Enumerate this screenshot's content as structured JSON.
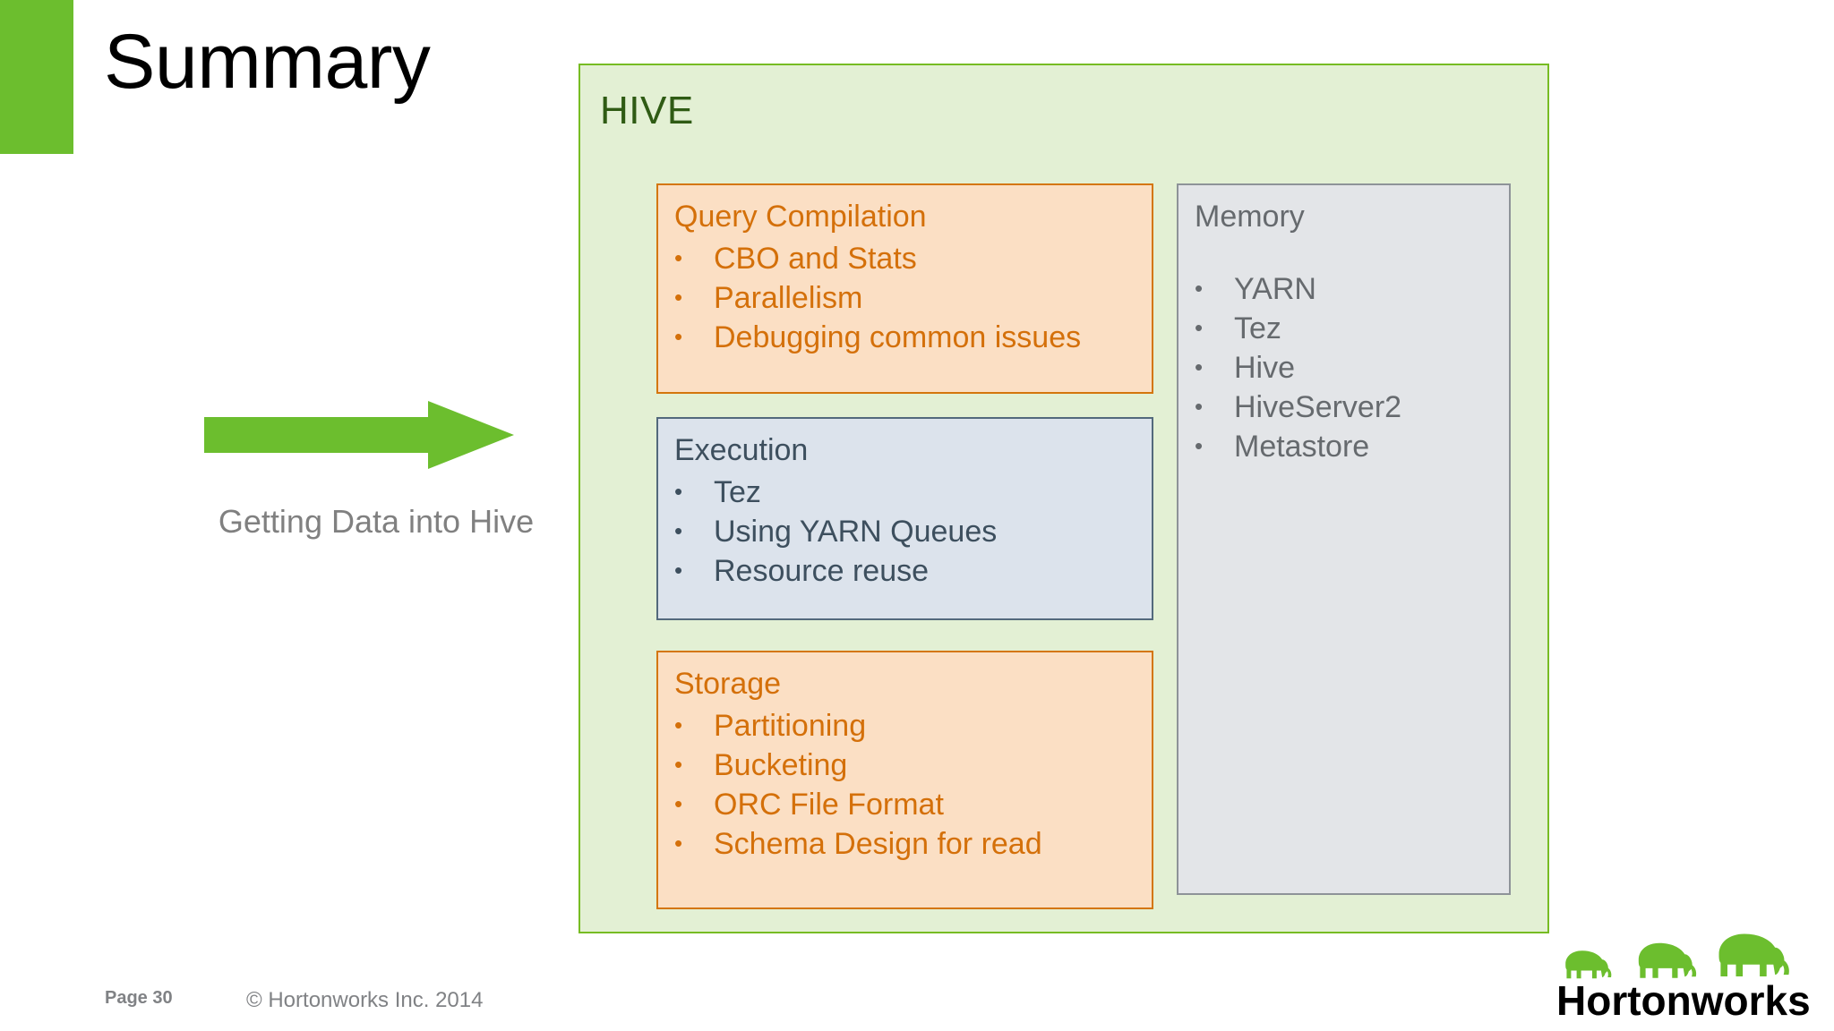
{
  "slide": {
    "title": "Summary",
    "accent_color": "#6CBE2E"
  },
  "left": {
    "arrow_icon": "right-arrow-icon",
    "arrow_color": "#6CBE2E",
    "caption": "Getting Data into Hive",
    "caption_color": "#808080"
  },
  "hive": {
    "title": "HIVE",
    "background": "#E3F0D4",
    "border_color": "#77BC23",
    "title_color": "#2F5B14",
    "panels": [
      {
        "id": "query-compilation",
        "title": "Query Compilation",
        "accent": "#D4700A",
        "background": "#FBDFC4",
        "items": [
          "CBO and Stats",
          "Parallelism",
          "Debugging common issues"
        ]
      },
      {
        "id": "execution",
        "title": "Execution",
        "accent": "#3D4F5E",
        "background": "#DCE3EC",
        "items": [
          "Tez",
          "Using YARN Queues",
          "Resource reuse"
        ]
      },
      {
        "id": "storage",
        "title": "Storage",
        "accent": "#D4700A",
        "background": "#FBDFC4",
        "items": [
          "Partitioning",
          "Bucketing",
          "ORC File Format",
          "Schema Design for read"
        ]
      },
      {
        "id": "memory",
        "title": "Memory",
        "accent": "#666A6E",
        "background": "#E3E5E8",
        "items": [
          "YARN",
          "Tez",
          "Hive",
          "HiveServer2",
          "Metastore"
        ]
      }
    ],
    "bullet_glyph": "•"
  },
  "footer": {
    "page_label": "Page 30",
    "copyright": "© Hortonworks Inc. 2014",
    "text_color": "#808285"
  },
  "logo": {
    "name": "hortonworks-logo",
    "wordmark": "Hortonworks",
    "elephant_color": "#6CBE2E"
  }
}
